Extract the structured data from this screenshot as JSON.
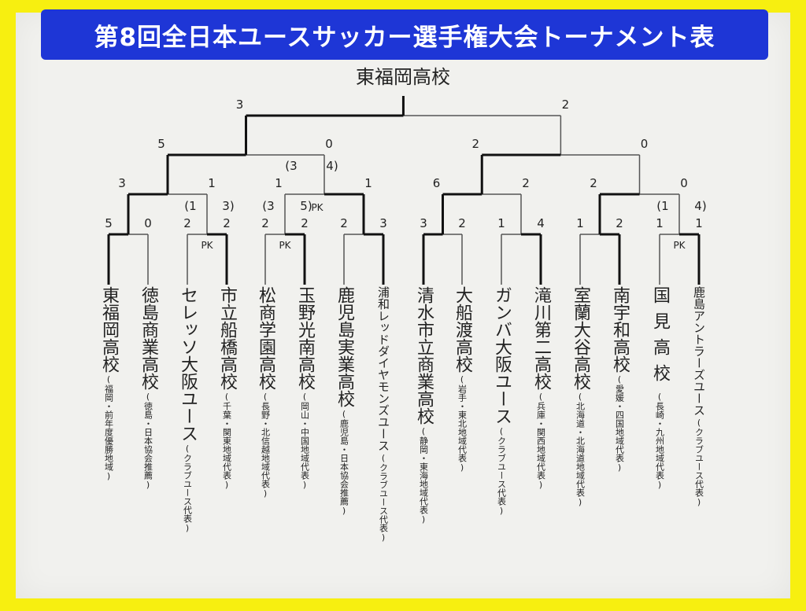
{
  "title": "第8回全日本ユースサッカー選手権大会トーナメント表",
  "champion": "東福岡高校",
  "teams": [
    {
      "name": "東福岡高校",
      "region": "(福岡・前年度優勝地域)",
      "score": "5"
    },
    {
      "name": "徳島商業高校",
      "region": "(徳島・日本協会推薦)",
      "score": "0"
    },
    {
      "name": "セレッソ大阪ユース",
      "region": "(クラブユース代表)",
      "score": "2",
      "pk": "(1"
    },
    {
      "name": "市立船橋高校",
      "region": "(千葉・関東地域代表)",
      "score": "2",
      "pk": "3)"
    },
    {
      "name": "松商学園高校",
      "region": "(長野・北信越地域代表)",
      "score": "2",
      "pk": "(3"
    },
    {
      "name": "玉野光南高校",
      "region": "(岡山・中国地域代表)",
      "score": "2",
      "pk": "5)"
    },
    {
      "name": "鹿児島実業高校",
      "region": "(鹿児島・日本協会推薦)",
      "score": "2"
    },
    {
      "name": "浦和レッドダイヤモンズユース",
      "region": "(クラブユース代表)",
      "score": "3"
    },
    {
      "name": "清水市立商業高校",
      "region": "(静岡・東海地域代表)",
      "score": "3"
    },
    {
      "name": "大船渡高校",
      "region": "(岩手・東北地域代表)",
      "score": "2"
    },
    {
      "name": "ガンバ大阪ユース",
      "region": "(クラブユース代表)",
      "score": "1"
    },
    {
      "name": "滝川第二高校",
      "region": "(兵庫・関西地域代表)",
      "score": "4"
    },
    {
      "name": "室蘭大谷高校",
      "region": "(北海道・北海道地域代表)",
      "score": "1"
    },
    {
      "name": "南宇和高校",
      "region": "(愛媛・四国地域代表)",
      "score": "2"
    },
    {
      "name": "国見高校",
      "region": "(長崎・九州地域代表)",
      "score": "1",
      "pk": "(1"
    },
    {
      "name": "鹿島アントラーズユース",
      "region": "(クラブユース代表)",
      "score": "1",
      "pk": "4)"
    }
  ],
  "round2": [
    {
      "score": "3"
    },
    {
      "score": "1"
    },
    {
      "score": "1"
    },
    {
      "score": "1",
      "pk_left": "(3",
      "pk_right": "4)"
    },
    {
      "score": "6"
    },
    {
      "score": "2"
    },
    {
      "score": "2"
    },
    {
      "score": "0"
    }
  ],
  "round3": [
    {
      "score": "5"
    },
    {
      "score": "0"
    },
    {
      "score": "2"
    },
    {
      "score": "0"
    }
  ],
  "semis": [
    {
      "score": "3"
    },
    {
      "score": "2"
    }
  ],
  "pk_label": "PK"
}
